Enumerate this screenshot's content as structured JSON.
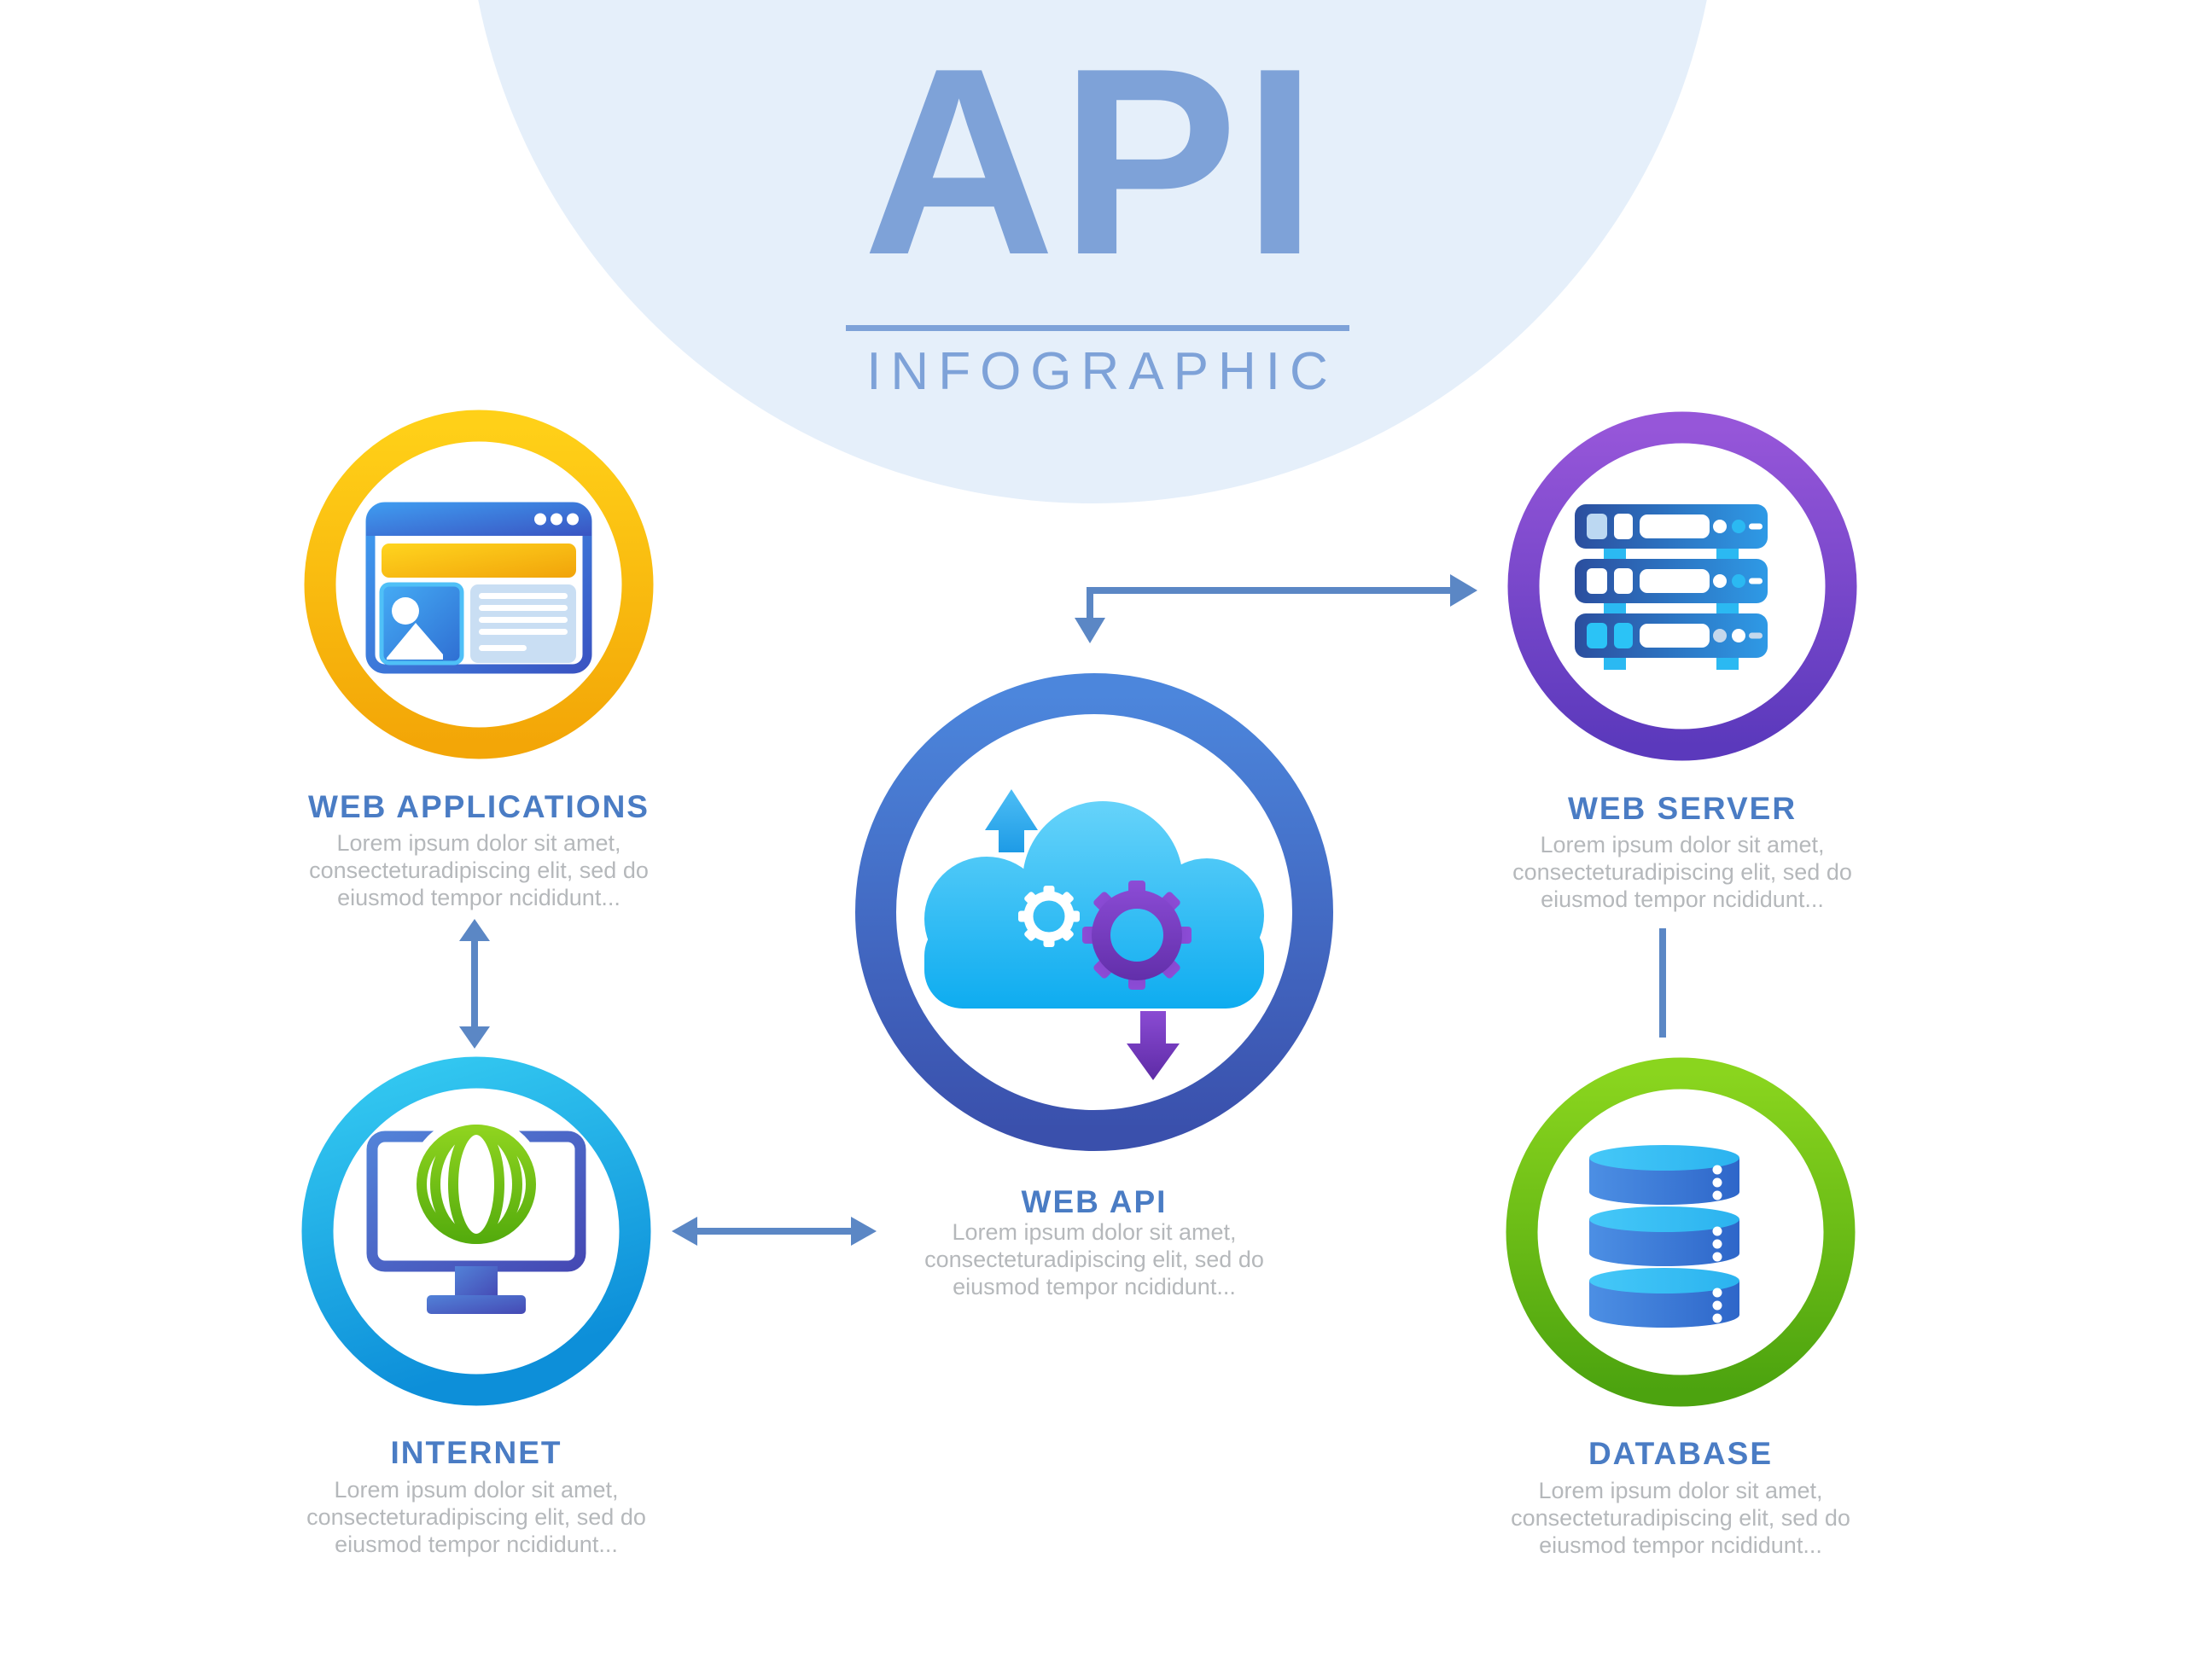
{
  "header": {
    "title": "API",
    "subtitle": "INFOGRAPHIC"
  },
  "nodes": [
    {
      "id": "web-applications",
      "label": "WEB APPLICATIONS",
      "description_lines": [
        "Lorem ipsum dolor sit amet,",
        "consecteturadipiscing elit, sed do",
        "eiusmod tempor ncididunt..."
      ],
      "icon": "browser-window-icon",
      "ring_gradient": [
        "#FFD018",
        "#F3A607"
      ]
    },
    {
      "id": "web-server",
      "label": "WEB SERVER",
      "description_lines": [
        "Lorem ipsum dolor sit amet,",
        "consecteturadipiscing elit, sed do",
        "eiusmod tempor ncididunt..."
      ],
      "icon": "server-rack-icon",
      "ring_gradient": [
        "#9656D9",
        "#5B39BC"
      ]
    },
    {
      "id": "web-api",
      "label": "WEB API",
      "description_lines": [
        "Lorem ipsum dolor sit amet,",
        "consecteturadipiscing elit, sed do",
        "eiusmod tempor ncididunt..."
      ],
      "icon": "cloud-gears-icon",
      "ring_gradient": [
        "#4C86DC",
        "#3A50AC"
      ]
    },
    {
      "id": "internet",
      "label": "INTERNET",
      "description_lines": [
        "Lorem ipsum dolor sit amet,",
        "consecteturadipiscing elit, sed do",
        "eiusmod tempor ncididunt..."
      ],
      "icon": "monitor-globe-icon",
      "ring_gradient": [
        "#35CBF2",
        "#0D8FD9"
      ]
    },
    {
      "id": "database",
      "label": "DATABASE",
      "description_lines": [
        "Lorem ipsum dolor sit amet,",
        "consecteturadipiscing elit, sed do",
        "eiusmod tempor ncididunt..."
      ],
      "icon": "database-cylinders-icon",
      "ring_gradient": [
        "#8AD51E",
        "#4CA30F"
      ]
    }
  ],
  "connectors": [
    {
      "from": "web-applications",
      "to": "internet",
      "type": "double-arrow-vertical"
    },
    {
      "from": "internet",
      "to": "web-api",
      "type": "double-arrow-horizontal"
    },
    {
      "from": "web-api",
      "to": "web-server",
      "type": "elbow-arrow-two-heads"
    },
    {
      "from": "web-server",
      "to": "database",
      "type": "plain-line"
    }
  ],
  "colors": {
    "title_blue": "#7EA2D8",
    "label_blue": "#4A7CC4",
    "body_gray": "#B5B8BB",
    "arrow_blue": "#5B87C5",
    "background_circle": "#E5EFFA"
  }
}
